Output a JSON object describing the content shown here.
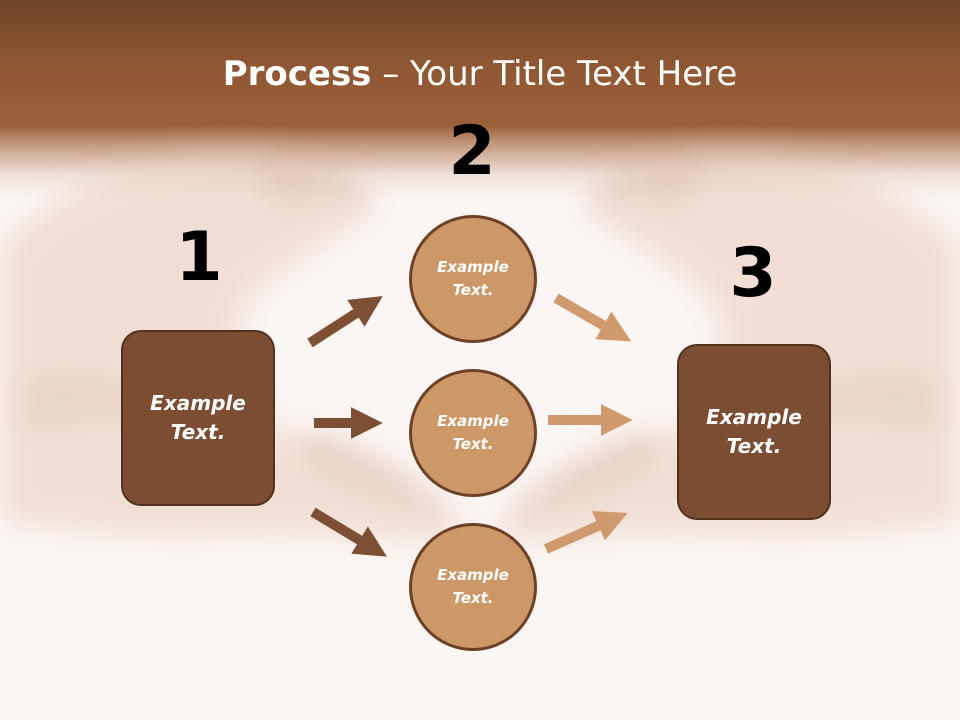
{
  "slide": {
    "title_bold": "Process",
    "title_rest": " – Your Title Text Here"
  },
  "steps": {
    "n1": "1",
    "n2": "2",
    "n3": "3"
  },
  "left_box": {
    "text": "Example Text."
  },
  "right_box": {
    "text": "Example Text."
  },
  "circles": [
    {
      "text": "Example Text."
    },
    {
      "text": "Example Text."
    },
    {
      "text": "Example Text."
    }
  ],
  "colors": {
    "header": "#8d5632",
    "box_fill": "#7b4e33",
    "circle_fill": "#cd9868",
    "arrow_dark": "#7d4f34",
    "arrow_light": "#cf9b6e"
  }
}
